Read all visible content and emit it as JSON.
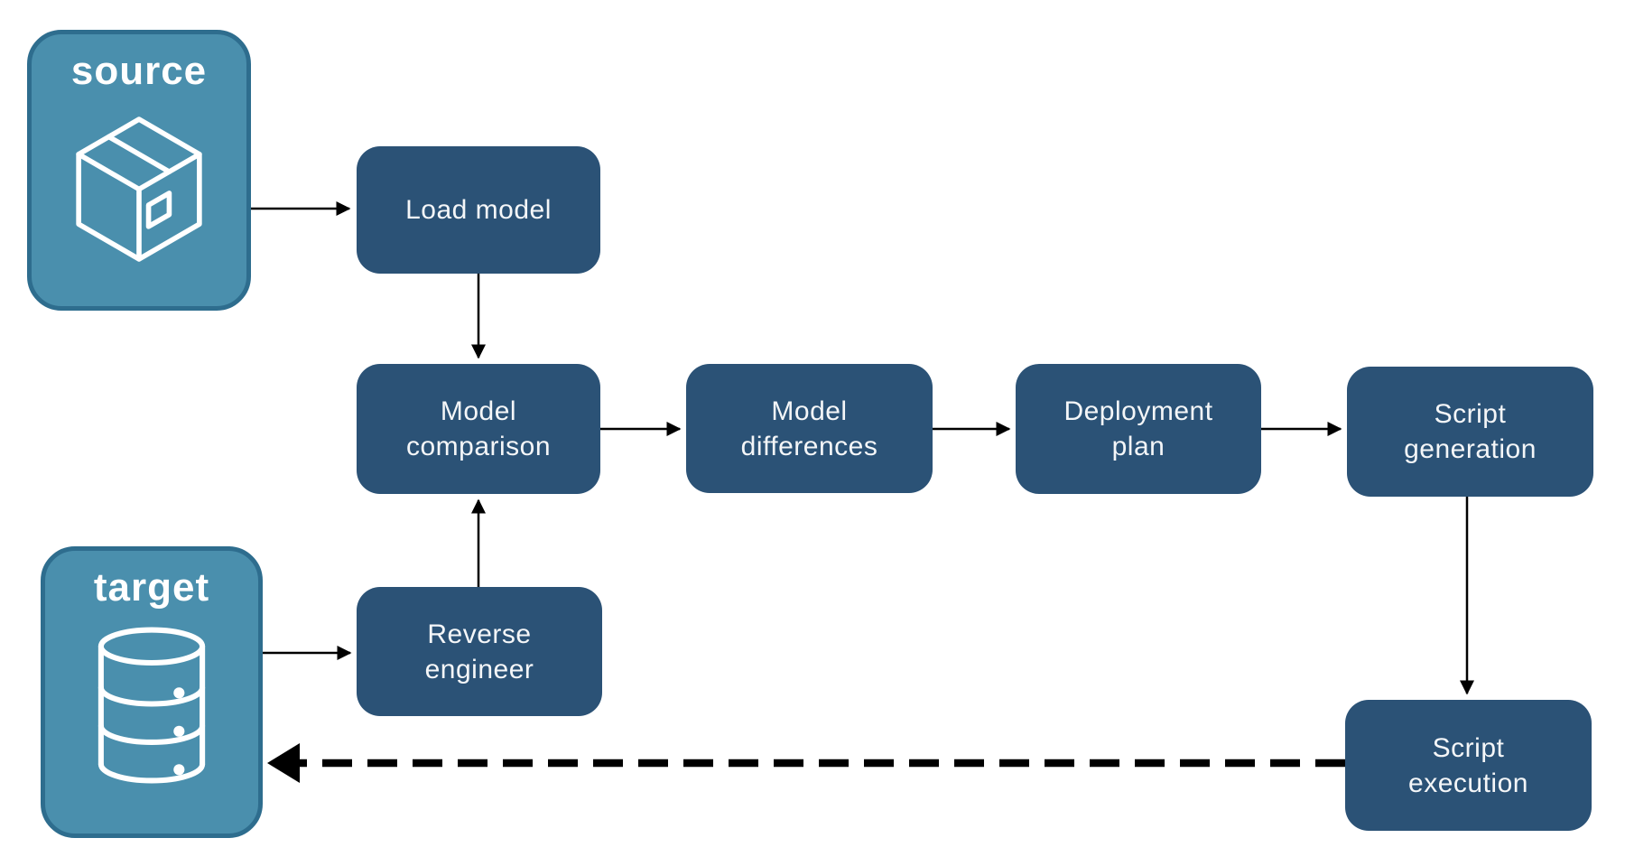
{
  "diagram": {
    "title": "database deployment pipeline",
    "colors": {
      "background": "#ffffff",
      "node_fill": "#2B5276",
      "endpoint_fill": "#4A8FAD",
      "endpoint_border": "#2E6D8E",
      "arrow": "#000000",
      "text": "#ffffff"
    },
    "endpoints": {
      "source": {
        "label": "source",
        "icon": "package-icon"
      },
      "target": {
        "label": "target",
        "icon": "database-icon"
      }
    },
    "nodes": {
      "load_model": {
        "label": "Load model"
      },
      "model_comparison": {
        "label": "Model\ncomparison"
      },
      "model_differences": {
        "label": "Model\ndifferences"
      },
      "deployment_plan": {
        "label": "Deployment\nplan"
      },
      "script_generation": {
        "label": "Script\ngeneration"
      },
      "reverse_engineer": {
        "label": "Reverse\nengineer"
      },
      "script_execution": {
        "label": "Script\nexecution"
      }
    },
    "edges": [
      {
        "from": "source",
        "to": "load_model",
        "style": "solid"
      },
      {
        "from": "load_model",
        "to": "model_comparison",
        "style": "solid"
      },
      {
        "from": "model_comparison",
        "to": "model_differences",
        "style": "solid"
      },
      {
        "from": "model_differences",
        "to": "deployment_plan",
        "style": "solid"
      },
      {
        "from": "deployment_plan",
        "to": "script_generation",
        "style": "solid"
      },
      {
        "from": "script_generation",
        "to": "script_execution",
        "style": "solid"
      },
      {
        "from": "target",
        "to": "reverse_engineer",
        "style": "solid"
      },
      {
        "from": "reverse_engineer",
        "to": "model_comparison",
        "style": "solid"
      },
      {
        "from": "script_execution",
        "to": "target",
        "style": "dashed"
      }
    ]
  }
}
